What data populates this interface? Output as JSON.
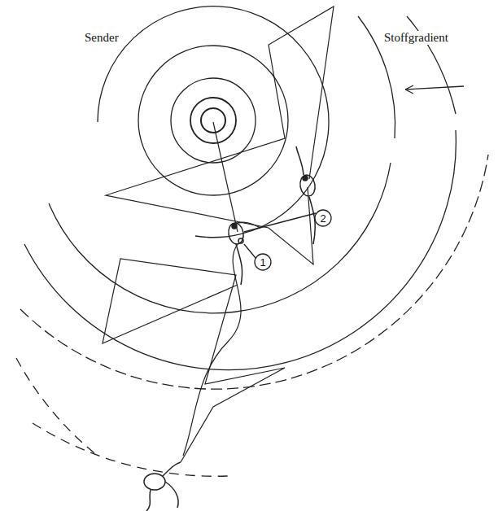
{
  "diagram": {
    "labels": [
      "Sender",
      "Stoffgradient",
      "1",
      "2"
    ]
  }
}
